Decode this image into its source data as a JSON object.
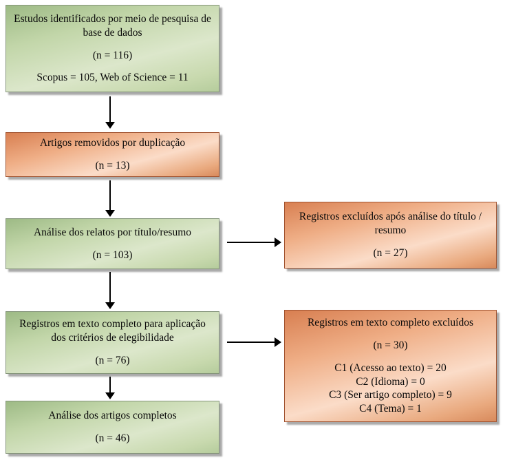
{
  "diagram": {
    "type": "prisma-flow",
    "language": "pt-BR",
    "colors": {
      "green_box_light": "#dce7cb",
      "green_box_dark": "#9dba85",
      "green_border": "#84947a",
      "salmon_box_light": "#fbdcc8",
      "salmon_box_dark": "#d87f51",
      "salmon_border": "#a0522f",
      "arrow": "#000000",
      "shadow": "#aaaaaa",
      "text": "#0a0a0a"
    },
    "boxes": {
      "identified": {
        "title": "Estudos identificados por meio de pesquisa de base de dados",
        "count": "(n = 116)",
        "detail": "Scopus = 105, Web of Science = 11"
      },
      "duplicates": {
        "title": "Artigos removidos por duplicação",
        "count": "(n = 13)"
      },
      "screening": {
        "title": "Análise dos relatos por título/resumo",
        "count": "(n = 103)"
      },
      "excluded_screening": {
        "title": "Registros excluídos após análise do título / resumo",
        "count": "(n = 27)"
      },
      "fulltext": {
        "title": "Registros em texto completo para aplicação dos critérios de elegibilidade",
        "count": "(n = 76)"
      },
      "excluded_fulltext": {
        "title": "Registros em texto completo excluídos",
        "count": "(n = 30)",
        "criteria": [
          "C1 (Acesso ao texto) = 20",
          "C2 (Idioma) = 0",
          "C3 (Ser artigo completo) = 9",
          "C4 (Tema) = 1"
        ]
      },
      "included": {
        "title": "Análise dos artigos completos",
        "count": "(n = 46)"
      }
    }
  }
}
